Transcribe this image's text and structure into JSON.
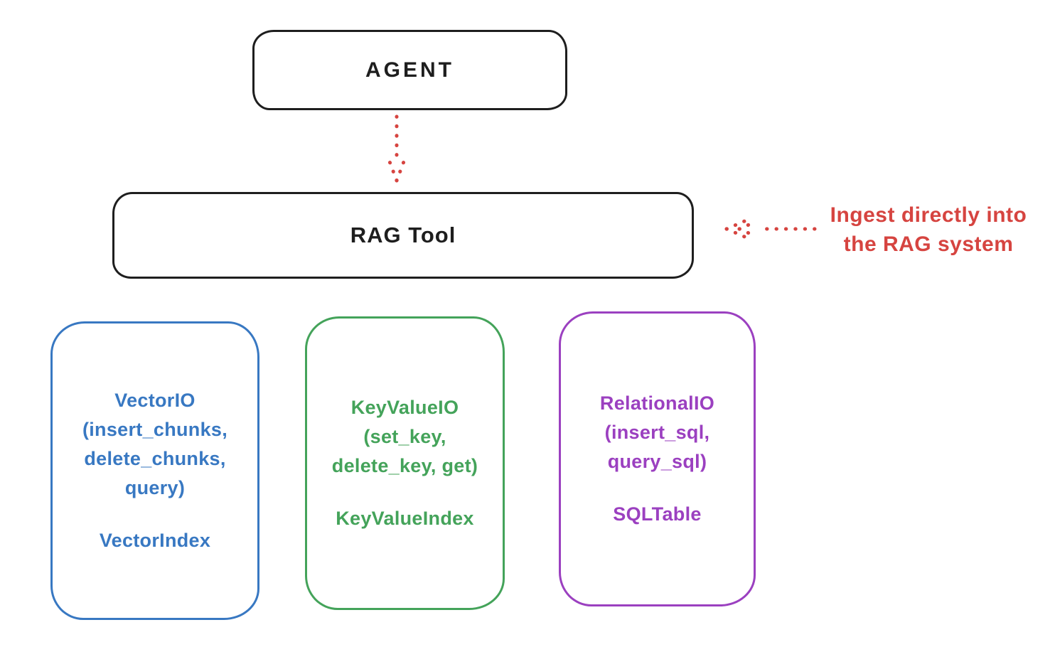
{
  "colors": {
    "background": "#ffffff",
    "stroke_dark": "#1e1e1e",
    "accent_red": "#d64440"
  },
  "diagram": {
    "agent_box": {
      "label": "AGENT"
    },
    "rag_tool_box": {
      "label": "RAG Tool"
    },
    "arrows": [
      {
        "name": "agent-to-rag-tool",
        "style": "dotted",
        "direction": "down",
        "color": "#d64440"
      },
      {
        "name": "annotation-to-rag-tool",
        "style": "dotted",
        "direction": "left",
        "color": "#d64440"
      }
    ],
    "annotation": {
      "line1": "Ingest directly into",
      "line2": "the RAG system"
    },
    "storage_boxes": [
      {
        "lines": [
          "VectorIO",
          "(insert_chunks,",
          "delete_chunks,",
          "query)"
        ],
        "index_label": "VectorIndex",
        "color": "#3878c2"
      },
      {
        "lines": [
          "KeyValueIO",
          "(set_key,",
          "delete_key, get)"
        ],
        "index_label": "KeyValueIndex",
        "color": "#44a35a"
      },
      {
        "lines": [
          "RelationalIO",
          "(insert_sql,",
          "query_sql)"
        ],
        "index_label": "SQLTable",
        "color": "#9b40c0"
      }
    ]
  }
}
